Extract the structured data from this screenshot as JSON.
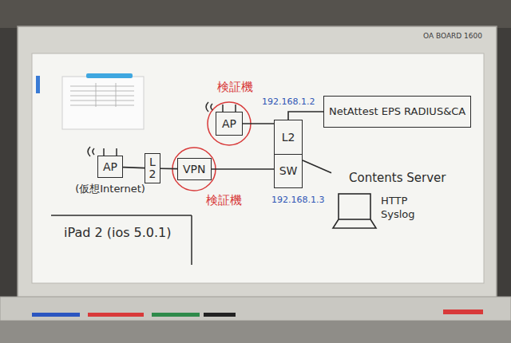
{
  "diagram": {
    "nodes": [
      {
        "text": [
          "AP",
          "(仮想Internet)"
        ]
      },
      {
        "text": [
          "L2"
        ]
      },
      {
        "text": [
          "VPN"
        ]
      },
      {
        "text": [
          "AP"
        ]
      },
      {
        "text": [
          "L2",
          "SW"
        ]
      },
      {
        "text": [
          "NetAttest EPS RADIUS&CA"
        ]
      },
      {
        "text": [
          "Contents Server",
          "HTTP Syslog"
        ]
      }
    ],
    "edges": [
      {
        "from": 0,
        "to": 1,
        "arrow": "none"
      },
      {
        "from": 1,
        "to": 2,
        "arrow": "none"
      },
      {
        "from": 2,
        "to": 4,
        "arrow": "none"
      },
      {
        "from": 3,
        "to": 4,
        "arrow": "none"
      },
      {
        "from": 4,
        "to": 5,
        "arrow": "none"
      },
      {
        "from": 4,
        "to": 6,
        "arrow": "none"
      }
    ],
    "labels": [
      "検証機",
      "検証機",
      "192.168.1.2",
      "192.168.1.3",
      "iPad 2 (ios 5.0.1)",
      "OA BOARD 1600"
    ]
  }
}
